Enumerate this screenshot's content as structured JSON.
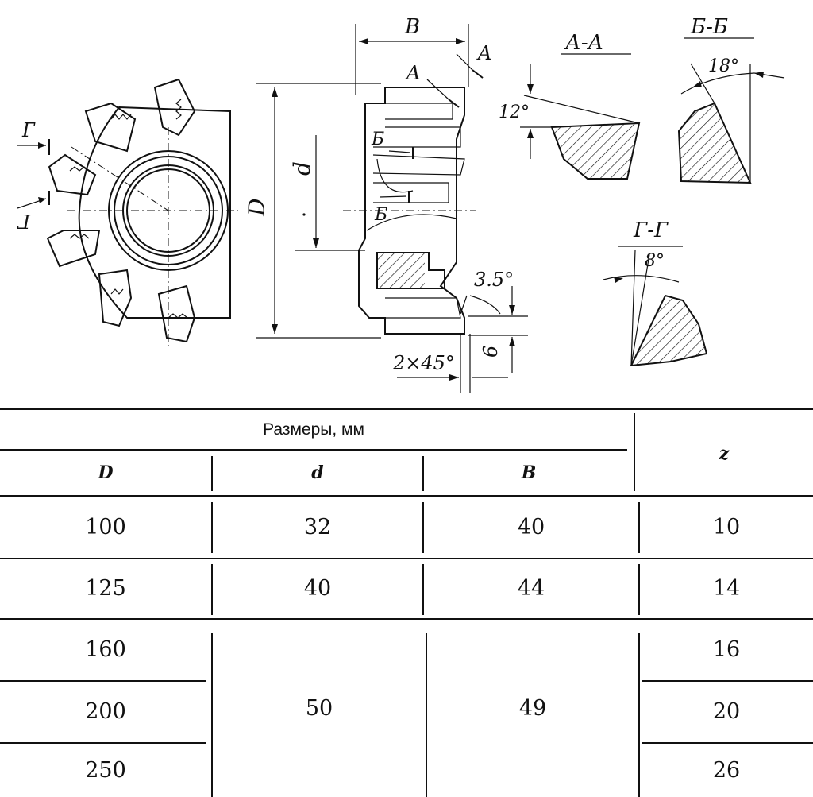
{
  "drawing": {
    "labels": {
      "gamma_top": "Г",
      "gamma_bottom": "Г",
      "B": "B",
      "A_top": "A",
      "A_mid": "A",
      "D": "D",
      "d": "d",
      "B_cut_top": "Б",
      "B_cut_bottom": "Б",
      "angle_35": "3.5°",
      "chamfer": "2×45°",
      "six": "6",
      "section_AA": "А-А",
      "section_BB": "Б-Б",
      "section_GG": "Г-Г",
      "angle_12": "12°",
      "angle_18": "18°",
      "angle_8": "8°"
    }
  },
  "table": {
    "group_header": "Размеры, мм",
    "columns": [
      "D",
      "d",
      "B",
      "z"
    ],
    "rows": [
      {
        "D": "100",
        "d": "32",
        "B": "40",
        "z": "10"
      },
      {
        "D": "125",
        "d": "40",
        "B": "44",
        "z": "14"
      },
      {
        "D": "160",
        "z": "16"
      },
      {
        "D": "200",
        "z": "20"
      },
      {
        "D": "250",
        "z": "26"
      }
    ],
    "merged": {
      "d": "50",
      "B": "49"
    }
  }
}
